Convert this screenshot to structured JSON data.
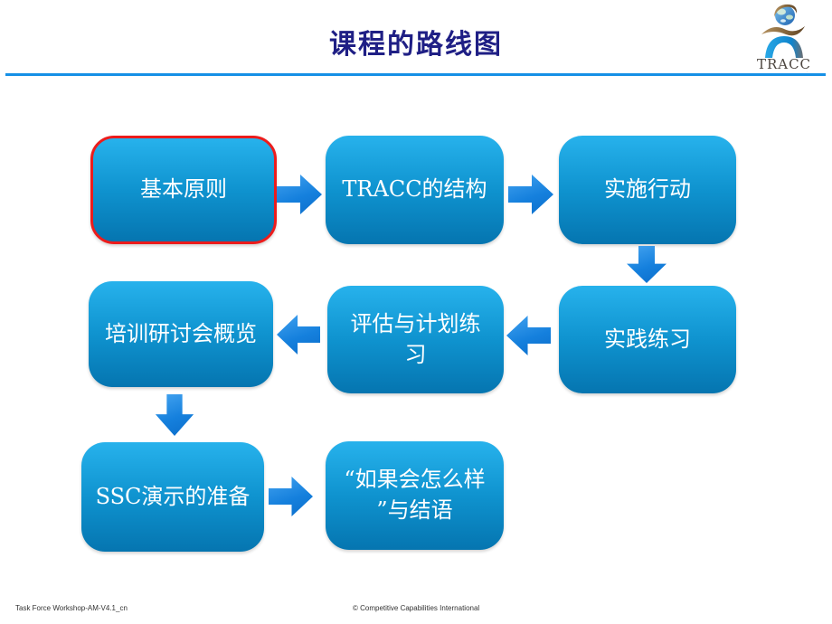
{
  "title": "课程的路线图",
  "logo": {
    "name": "TRACC"
  },
  "flowchart": {
    "boxes": [
      {
        "label": "基本原则",
        "highlighted": true
      },
      {
        "label": "TRACC的结构",
        "highlighted": false
      },
      {
        "label": "实施行动",
        "highlighted": false
      },
      {
        "label": "实践练习",
        "highlighted": false
      },
      {
        "label": "评估与计划练习",
        "highlighted": false
      },
      {
        "label": "培训研讨会概览",
        "highlighted": false
      },
      {
        "label": "SSC演示的准备",
        "highlighted": false
      },
      {
        "label": "“如果会怎么样\n”与结语",
        "highlighted": false
      }
    ],
    "arrows": [
      {
        "dir": "right",
        "from": "基本原则",
        "to": "TRACC的结构"
      },
      {
        "dir": "right",
        "from": "TRACC的结构",
        "to": "实施行动"
      },
      {
        "dir": "down",
        "from": "实施行动",
        "to": "实践练习"
      },
      {
        "dir": "left",
        "from": "实践练习",
        "to": "评估与计划练习"
      },
      {
        "dir": "left",
        "from": "评估与计划练习",
        "to": "培训研讨会概览"
      },
      {
        "dir": "down",
        "from": "培训研讨会概览",
        "to": "SSC演示的准备"
      },
      {
        "dir": "right",
        "from": "SSC演示的准备",
        "to": "“如果会怎么样”与结语"
      }
    ]
  },
  "footer": {
    "left": "Task Force Workshop-AM-V4.1_cn",
    "center": "© Competitive Capabilities International"
  },
  "colors": {
    "title_text": "#1f1f85",
    "header_rule": "#1590e6",
    "box_gradient_top": "#27b2ec",
    "box_gradient_bottom": "#0575b0",
    "box_text": "#ffffff",
    "highlight_border": "#ec1c1c",
    "arrow_fill": "#1580dd"
  }
}
